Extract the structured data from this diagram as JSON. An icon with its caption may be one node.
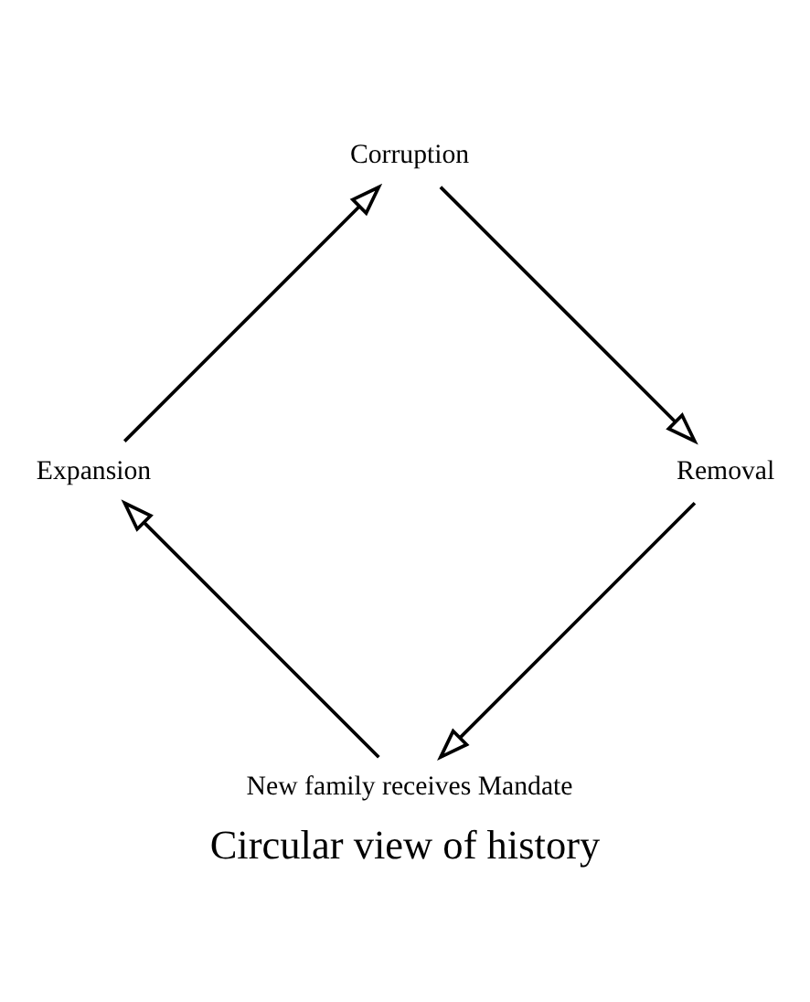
{
  "diagram": {
    "caption": "Circular view of history",
    "nodes": [
      {
        "text": [
          "New family receives Mandate"
        ]
      },
      {
        "text": [
          "Expansion"
        ]
      },
      {
        "text": [
          "Corruption"
        ]
      },
      {
        "text": [
          "Removal"
        ]
      }
    ],
    "edges": [
      {
        "from": 0,
        "to": 1,
        "arrow": "to"
      },
      {
        "from": 1,
        "to": 2,
        "arrow": "to"
      },
      {
        "from": 2,
        "to": 3,
        "arrow": "to"
      },
      {
        "from": 3,
        "to": 0,
        "arrow": "to"
      }
    ]
  }
}
